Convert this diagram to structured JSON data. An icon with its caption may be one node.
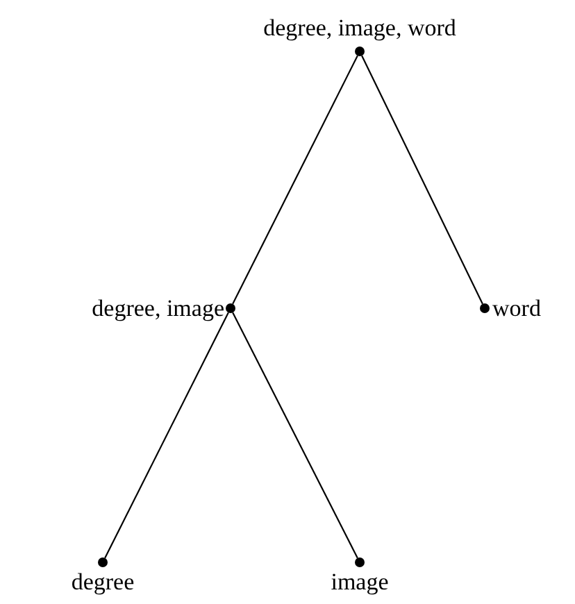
{
  "diagram": {
    "nodes": [
      {
        "text": [
          "degree, image, word"
        ]
      },
      {
        "text": [
          "degree, image"
        ]
      },
      {
        "text": [
          "word"
        ]
      },
      {
        "text": [
          "degree"
        ]
      },
      {
        "text": [
          "image"
        ]
      }
    ],
    "edges": [
      {
        "from": 0,
        "to": 1,
        "arrow": "none"
      },
      {
        "from": 0,
        "to": 2,
        "arrow": "none"
      },
      {
        "from": 1,
        "to": 3,
        "arrow": "none"
      },
      {
        "from": 1,
        "to": 4,
        "arrow": "none"
      }
    ]
  }
}
